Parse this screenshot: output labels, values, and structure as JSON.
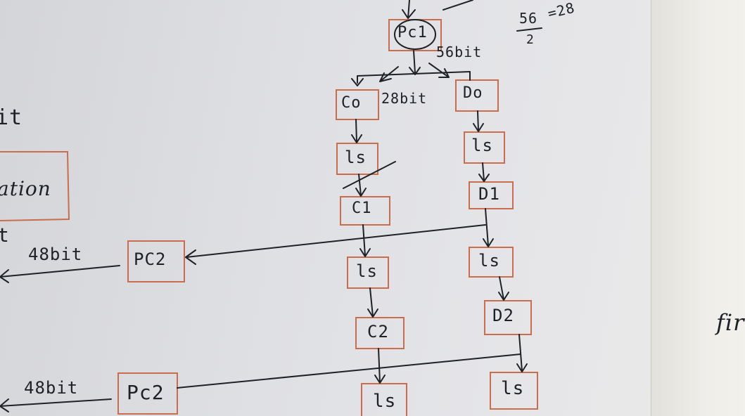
{
  "labels": {
    "pc1": "Pc1",
    "bits56": "56bit",
    "c0": "Co",
    "bits28": "28bit",
    "d0": "Do",
    "ls1_left": "ls",
    "ls1_right": "ls",
    "c1": "C1",
    "d1": "D1",
    "pc2_top": "PC2",
    "bits48_top": "48bit",
    "ls2_left": "ls",
    "ls2_right": "ls",
    "c2": "C2",
    "d2": "D2",
    "pc2_bottom": "Pc2",
    "bits48_bottom": "48bit",
    "ls3_left": "ls",
    "ls3_right": "ls",
    "calc_num": "56",
    "calc_den": "2",
    "calc_result": "=28",
    "margin_it": "it",
    "margin_ation": "ation",
    "margin_t": "t",
    "right_edge": "fir"
  }
}
